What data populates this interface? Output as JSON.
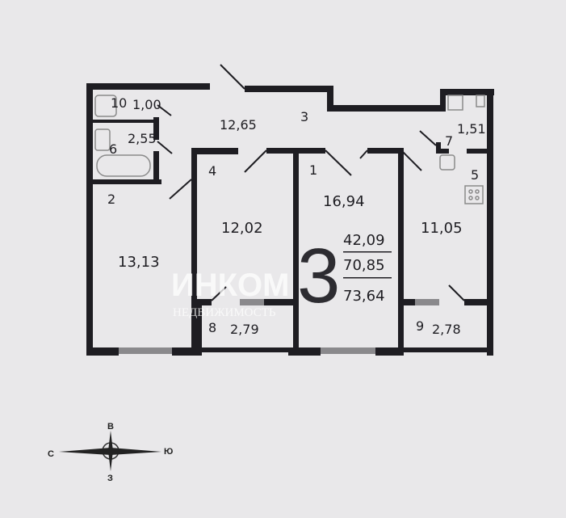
{
  "rooms": [
    {
      "number": "1",
      "area": "16,94"
    },
    {
      "number": "2",
      "area": "13,13"
    },
    {
      "number": "3",
      "area": "12,65"
    },
    {
      "number": "4",
      "area": "12,02"
    },
    {
      "number": "5",
      "area": "11,05"
    },
    {
      "number": "6",
      "area": "2,55"
    },
    {
      "number": "7",
      "area": "1,51"
    },
    {
      "number": "8",
      "area": "2,79"
    },
    {
      "number": "9",
      "area": "2,78"
    },
    {
      "number": "10",
      "area": "1,00"
    }
  ],
  "summary": {
    "room_count": "3",
    "living_area": "42,09",
    "total_area": "70,85",
    "total_with_balconies": "73,64"
  },
  "watermark": {
    "brand": "ИНКОМ",
    "subtitle": "НЕДВИЖИМОСТЬ"
  },
  "compass": {
    "north": "С",
    "south": "Ю",
    "east": "В",
    "west": "З"
  }
}
